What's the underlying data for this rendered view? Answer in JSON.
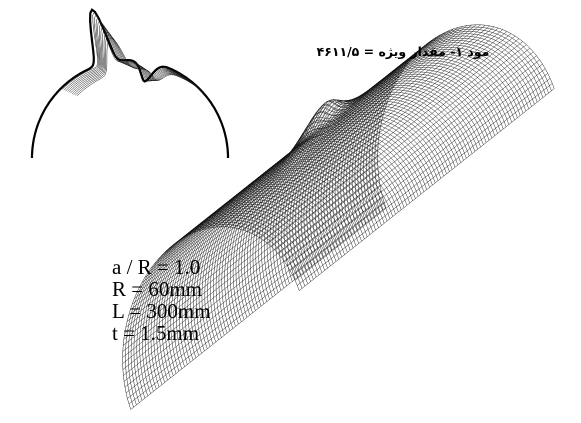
{
  "caption": "مود ۱- مقدار ویژه = ۴۶۱۱/۵",
  "parameters": [
    "a / R = 1.0",
    " R = 60mm",
    " L = 300mm",
    "  t = 1.5mm"
  ]
}
